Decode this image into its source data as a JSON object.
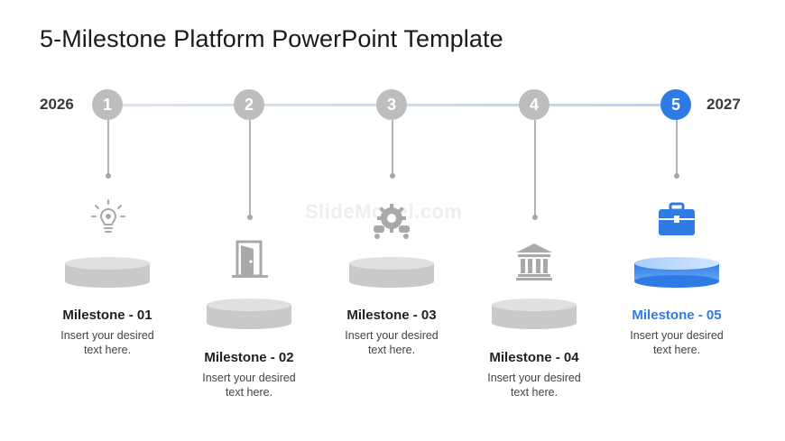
{
  "slide": {
    "title": "5-Milestone Platform PowerPoint Template",
    "year_start": "2026",
    "year_end": "2027",
    "watermark": "SlideModel.com"
  },
  "colors": {
    "accent": "#2f7be6",
    "inactive": "#bdbdbd",
    "line": "#c7dbf2"
  },
  "milestones": [
    {
      "number": "1",
      "title": "Milestone - 01",
      "desc_line1": "Insert your desired",
      "desc_line2": "text here.",
      "icon": "lightbulb-gear-icon",
      "active": false
    },
    {
      "number": "2",
      "title": "Milestone - 02",
      "desc_line1": "Insert your desired",
      "desc_line2": "text here.",
      "icon": "open-door-icon",
      "active": false
    },
    {
      "number": "3",
      "title": "Milestone - 03",
      "desc_line1": "Insert your desired",
      "desc_line2": "text here.",
      "icon": "teamwork-gear-icon",
      "active": false
    },
    {
      "number": "4",
      "title": "Milestone - 04",
      "desc_line1": "Insert your desired",
      "desc_line2": "text here.",
      "icon": "bank-building-icon",
      "active": false
    },
    {
      "number": "5",
      "title": "Milestone - 05",
      "desc_line1": "Insert your desired",
      "desc_line2": "text here.",
      "icon": "briefcase-icon",
      "active": true
    }
  ]
}
